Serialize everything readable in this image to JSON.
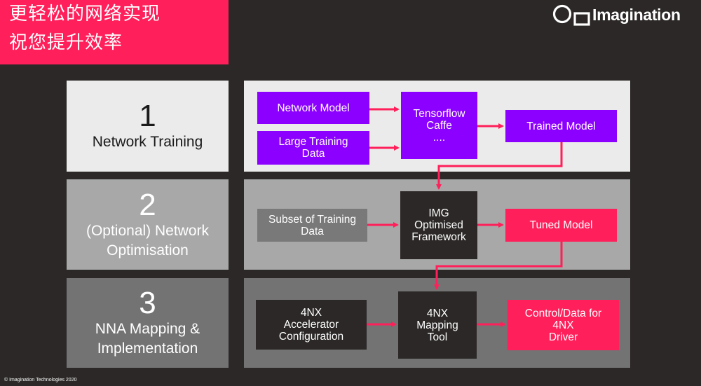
{
  "title": {
    "line1": "更轻松的网络实现",
    "line2": "祝您提升效率"
  },
  "logo": {
    "text": "Imagination",
    "icon": "imagination-logo-icon"
  },
  "copyright": "© Imagination Technologies 2020",
  "stages": [
    {
      "number": "1",
      "label_lines": [
        "Network Training"
      ]
    },
    {
      "number": "2",
      "label_lines": [
        "(Optional) Network",
        "Optimisation"
      ]
    },
    {
      "number": "3",
      "label_lines": [
        "NNA Mapping &",
        "Implementation"
      ]
    }
  ],
  "row1": {
    "network_model": "Network Model",
    "large_training_data": [
      "Large Training",
      "Data"
    ],
    "frameworks": [
      "Tensorflow",
      "Caffe",
      "...."
    ],
    "trained_model": "Trained Model"
  },
  "row2": {
    "subset_training_data": [
      "Subset of Training",
      "Data"
    ],
    "img_framework": [
      "IMG",
      "Optimised",
      "Framework"
    ],
    "tuned_model": "Tuned Model"
  },
  "row3": {
    "accelerator_config": [
      "4NX",
      "Accelerator",
      "Configuration"
    ],
    "mapping_tool": [
      "4NX",
      "Mapping",
      "Tool"
    ],
    "control_data": [
      "Control/Data for",
      "4NX",
      "Driver"
    ]
  },
  "colors": {
    "accent": "#ff1f5a",
    "purple": "#8c00ff",
    "background": "#2b2827"
  }
}
